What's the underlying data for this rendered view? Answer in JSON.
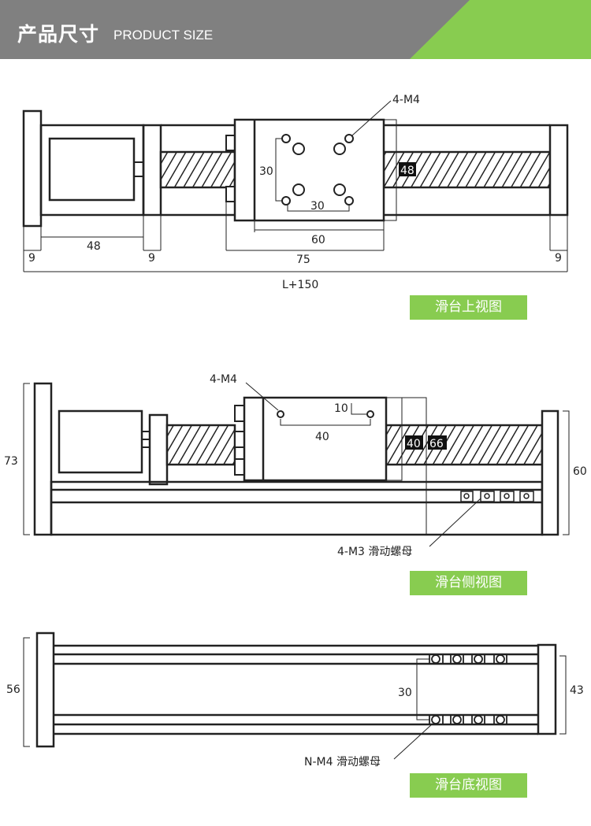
{
  "header": {
    "title": "产品尺寸",
    "subtitle": "PRODUCT SIZE"
  },
  "colors": {
    "header_bg": "#808080",
    "accent": "#88cc50"
  },
  "top_view": {
    "hole_label": "4-M4",
    "dims": {
      "hole_v": "30",
      "hole_h": "30",
      "carriage_h": "48",
      "motor_w": "48",
      "end_l": "9",
      "block": "9",
      "end_r": "9",
      "carriage_w": "60",
      "carriage_total": "75",
      "total": "L+150"
    },
    "button": "滑台上视图"
  },
  "side_view": {
    "hole_label": "4-M4",
    "dims": {
      "total_h": "73",
      "end_h": "60",
      "hole_offset": "10",
      "hole_span": "40",
      "carriage_h": "40",
      "slider_h": "66"
    },
    "nut_label": "4-M3 滑动螺母",
    "button": "滑台侧视图"
  },
  "bottom_view": {
    "dims": {
      "plate_h": "56",
      "end_h": "43",
      "nut_span": "30"
    },
    "nut_label": "N-M4 滑动螺母",
    "button": "滑台底视图"
  }
}
